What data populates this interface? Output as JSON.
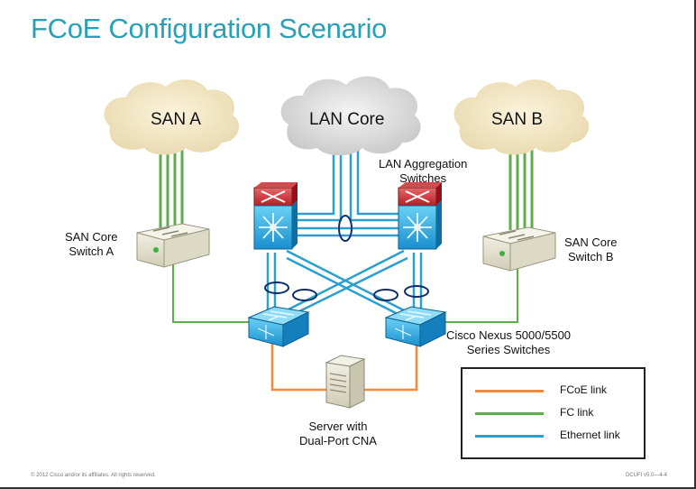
{
  "title": "FCoE Configuration Scenario",
  "clouds": {
    "san_a": "SAN A",
    "lan_core": "LAN Core",
    "san_b": "SAN B"
  },
  "labels": {
    "lan_aggregation": "LAN Aggregation\nSwitches",
    "san_core_a": "SAN Core\nSwitch A",
    "san_core_b": "SAN Core\nSwitch B",
    "nexus": "Cisco Nexus 5000/5500\nSeries Switches",
    "server": "Server with\nDual-Port CNA"
  },
  "legend": {
    "items": [
      {
        "label": "FCoE link",
        "color": "#f08a3c"
      },
      {
        "label": "FC link",
        "color": "#5cae48"
      },
      {
        "label": "Ethernet link",
        "color": "#2a9fd0"
      }
    ]
  },
  "footer": {
    "left": "© 2012 Cisco and/or its affiliates. All rights reserved.",
    "right": "DCUFI v5.0—4-4"
  },
  "colors": {
    "title": "#2a9fb8",
    "fcoe": "#f08a3c",
    "fc": "#5cae48",
    "ethernet": "#2a9fd0"
  }
}
